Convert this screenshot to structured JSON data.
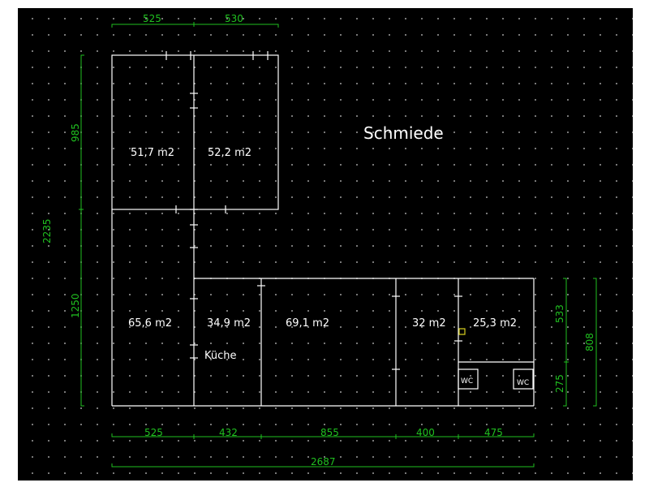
{
  "title": "Schmiede",
  "rooms": [
    {
      "area": "51,7 m2"
    },
    {
      "area": "52,2 m2"
    },
    {
      "area": "65,6 m2"
    },
    {
      "area": "34,9 m2"
    },
    {
      "area": "69,1 m2"
    },
    {
      "area": "32 m2"
    },
    {
      "area": "25,3 m2"
    }
  ],
  "labels": {
    "kitchen": "Küche",
    "wc_left": "WC",
    "wc_right": "WC"
  },
  "dimensions": {
    "top_left": "525",
    "top_right": "530",
    "left_upper": "985",
    "left_total": "2235",
    "left_lower": "1250",
    "bottom_1": "525",
    "bottom_2": "432",
    "bottom_3": "855",
    "bottom_4": "400",
    "bottom_5": "475",
    "bottom_total": "2687",
    "right_upper": "533",
    "right_lower": "275",
    "right_total": "808"
  },
  "colors": {
    "background": "#000000",
    "walls": "#ffffff",
    "dimensions": "#20c020",
    "grid_dots": "#9a9a9a",
    "marker": "#d8d020"
  }
}
